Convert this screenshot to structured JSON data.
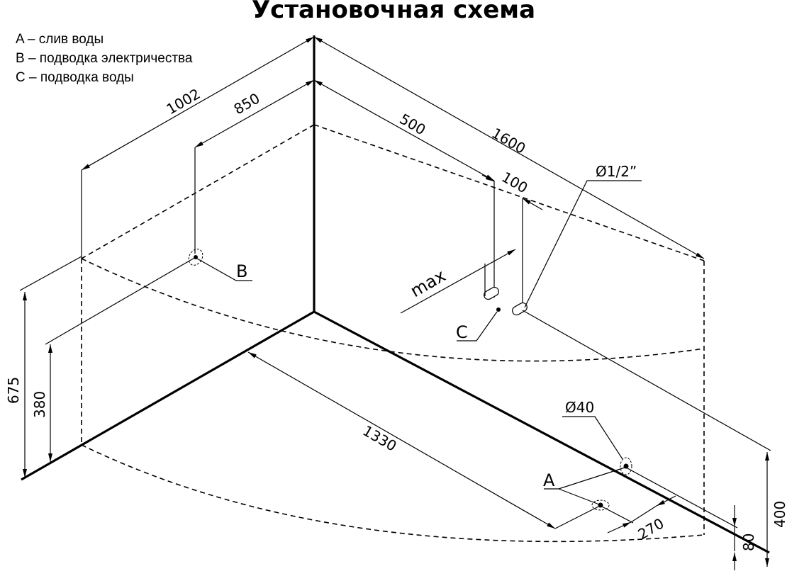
{
  "title": "Установочная схема",
  "legend": [
    "A – слив воды",
    "B – подводка электричества",
    "C – подводка воды"
  ],
  "points": {
    "a": "A",
    "b": "B",
    "c": "C"
  },
  "dimensions": {
    "d1002": "1002",
    "d850": "850",
    "d500": "500",
    "d1600": "1600",
    "d100": "100",
    "pipe": "Ø1/2”",
    "max": "max",
    "d675": "675",
    "d380": "380",
    "d1330": "1330",
    "drain": "Ø40",
    "d270": "270",
    "d400": "400",
    "d80": "80"
  }
}
